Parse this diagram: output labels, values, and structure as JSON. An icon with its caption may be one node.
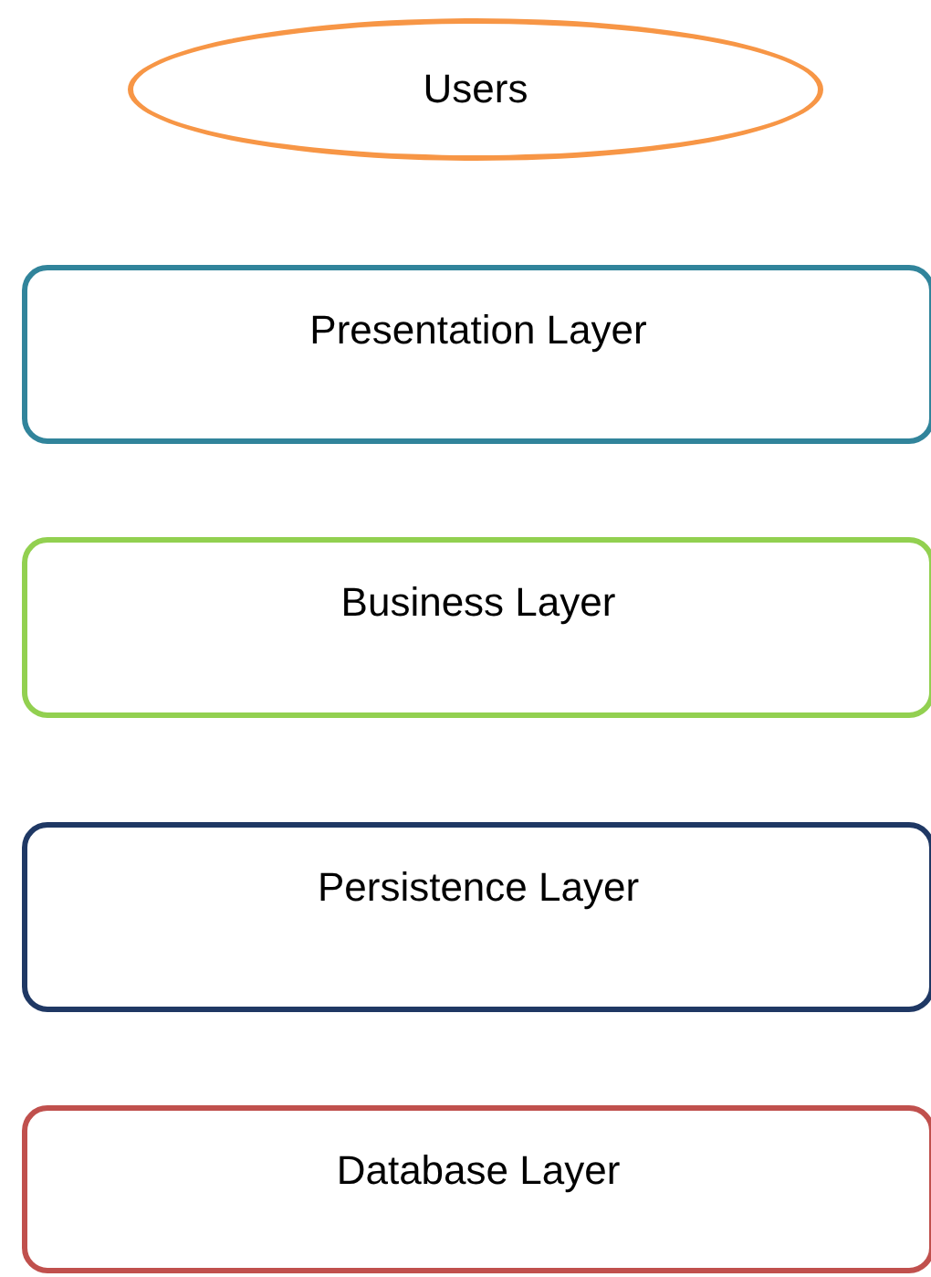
{
  "diagram": {
    "nodes": [
      {
        "text": [
          "Users"
        ]
      },
      {
        "text": [
          "Presentation Layer"
        ]
      },
      {
        "text": [
          "Business Layer"
        ]
      },
      {
        "text": [
          "Persistence Layer"
        ]
      },
      {
        "text": [
          "Database Layer"
        ]
      }
    ]
  }
}
